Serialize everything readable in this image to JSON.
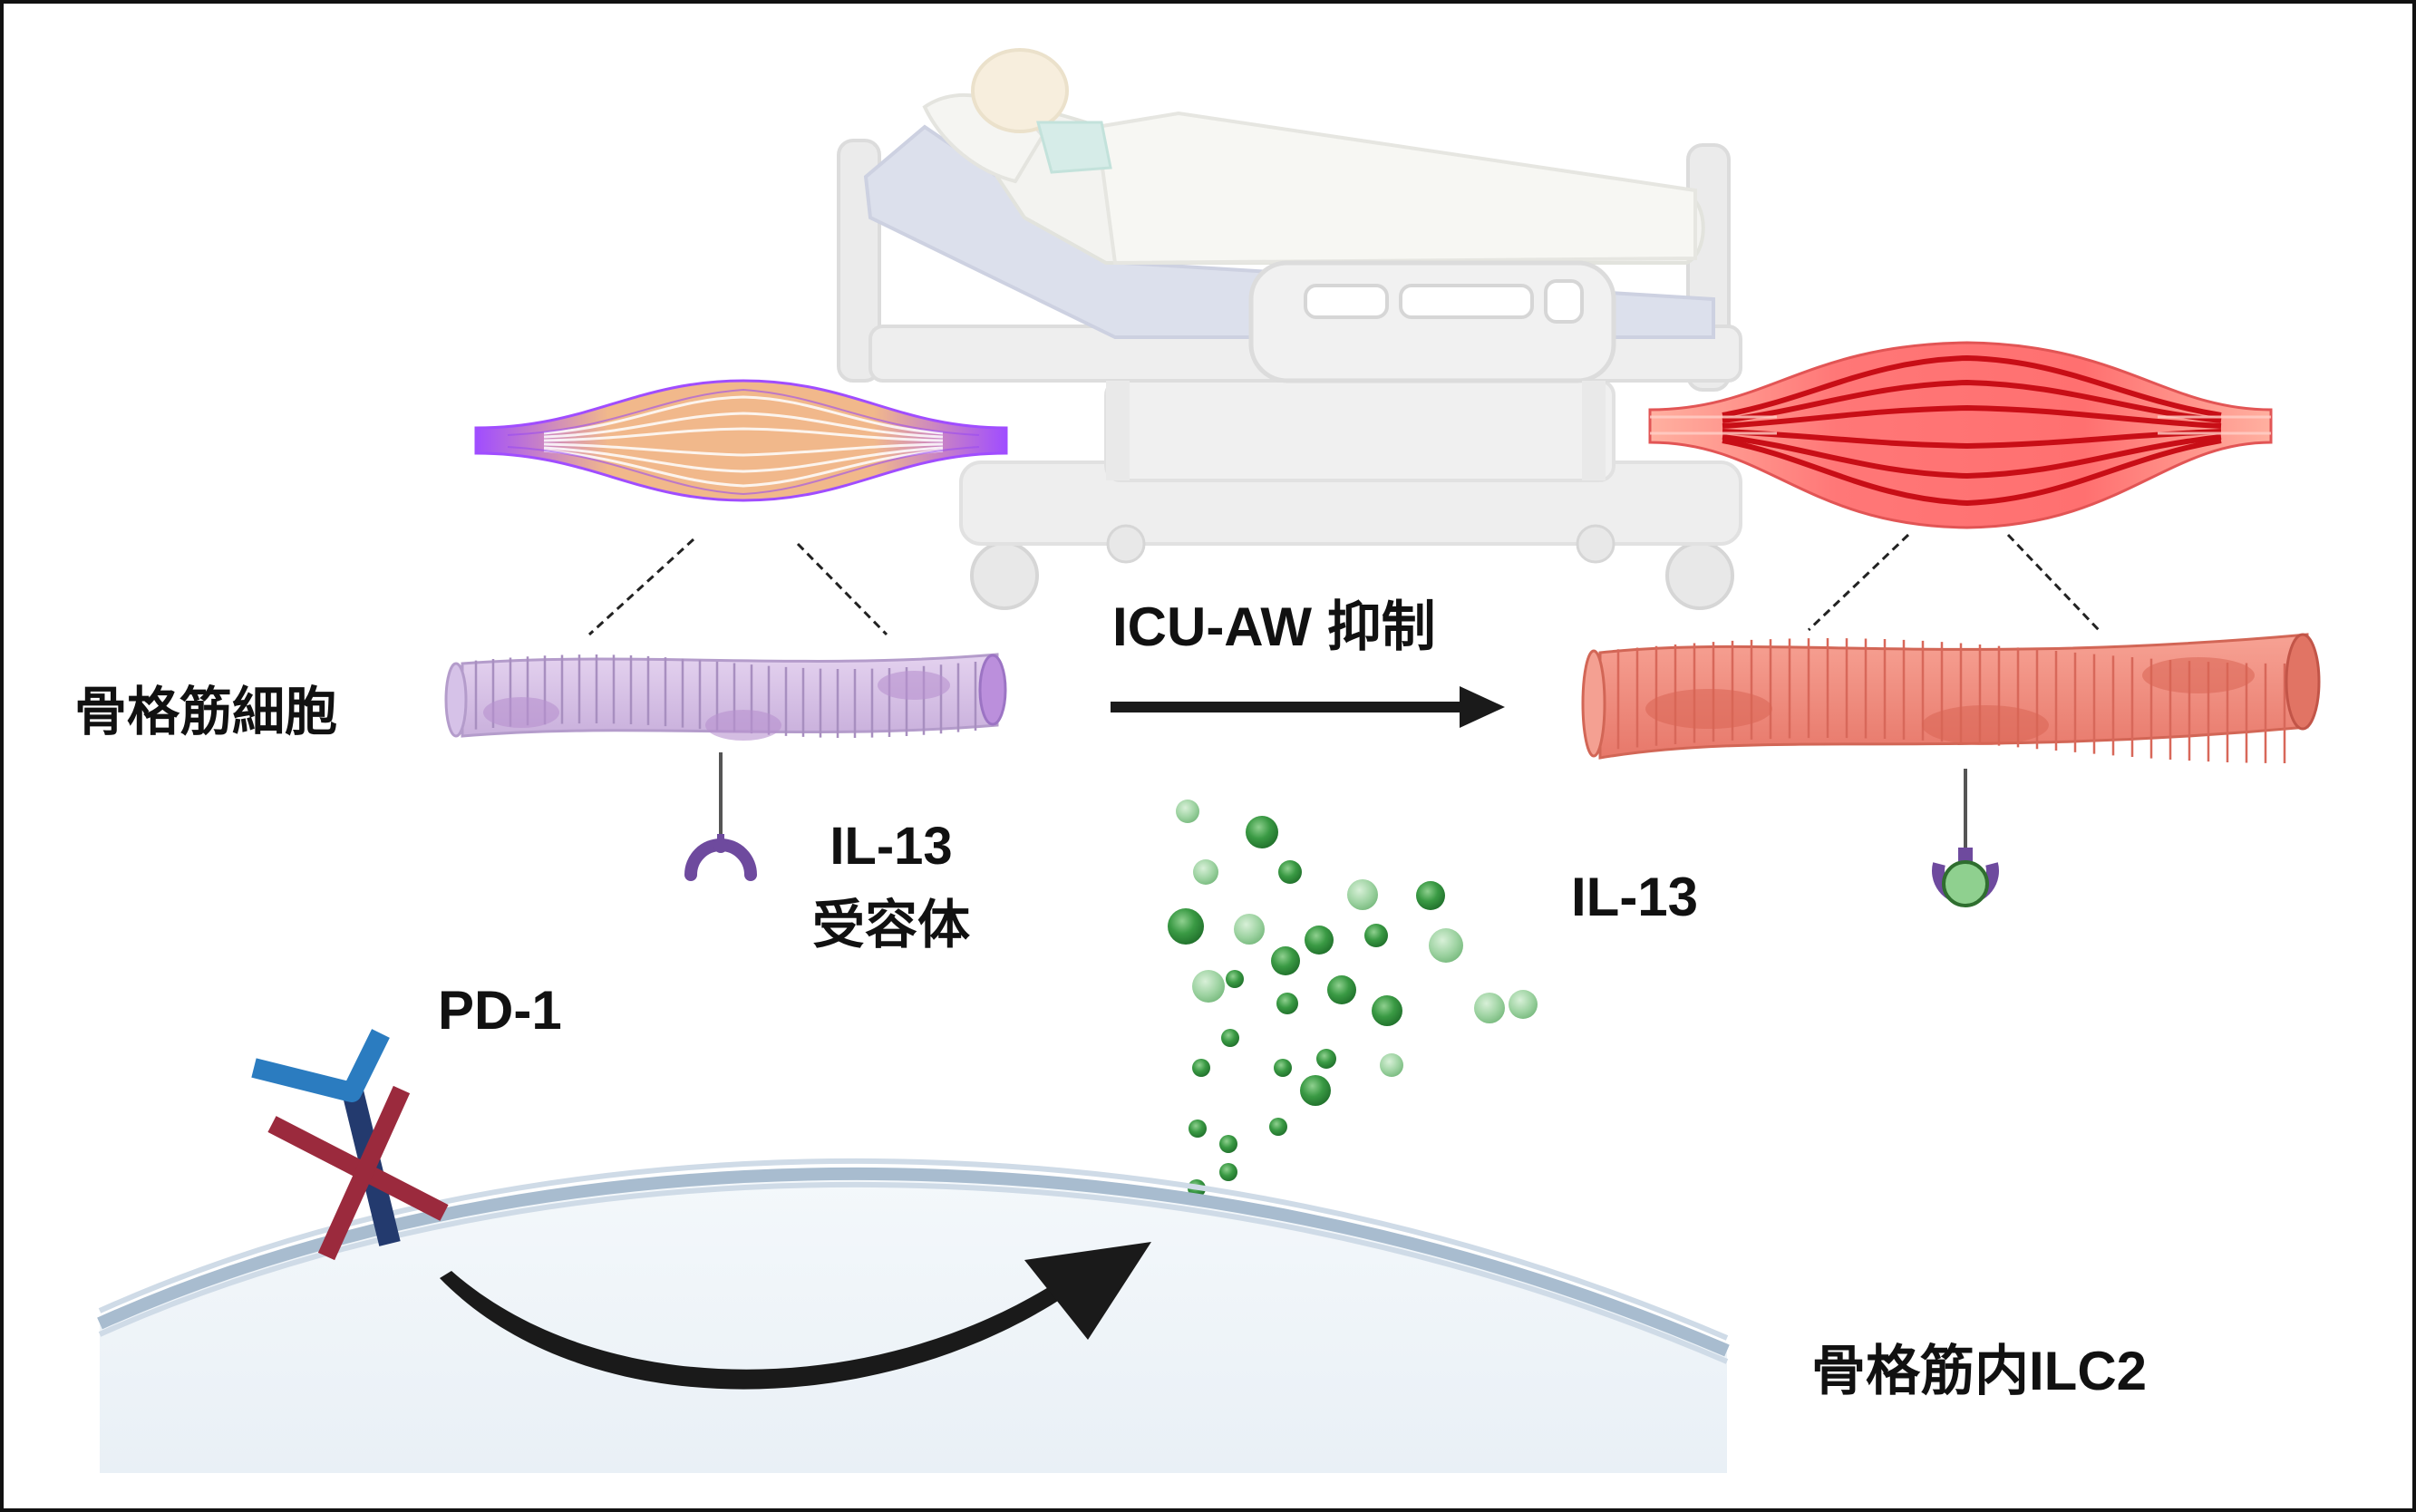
{
  "labels": {
    "skeletal_muscle_cell": "骨格筋細胞",
    "il13_receptor_line1": "IL-13",
    "il13_receptor_line2": "受容体",
    "suppression": "ICU-AW 抑制",
    "il13": "IL-13",
    "pd1": "PD-1",
    "ilc2": "骨格筋内ILC2"
  },
  "colors": {
    "frame": "#111111",
    "muscle_left_body": "#f1b88b",
    "muscle_left_edge": "#a04dff",
    "fiber_left": "#d8c4e6",
    "muscle_right_body": "#ff7f7f",
    "muscle_right_stripe": "#c80e16",
    "fiber_right": "#ef8b7b",
    "receptor": "#6e4a9e",
    "il13_particle_dark": "#2f8f3a",
    "il13_particle_light": "#8fcf94",
    "pd1_arm": "#2b7cc0",
    "pd1_stem": "#233a6e",
    "cross": "#9b2a3d",
    "cell_membrane": "#a8bccf",
    "cell_fill": "#eef3f8",
    "arrow": "#1a1a1a",
    "bed": "#dadada"
  },
  "icons": [
    "patient-bed-icon",
    "muscle-bundle-icon",
    "muscle-fiber-icon",
    "receptor-icon",
    "antibody-pd1-icon",
    "cross-icon",
    "arrow-icon"
  ]
}
